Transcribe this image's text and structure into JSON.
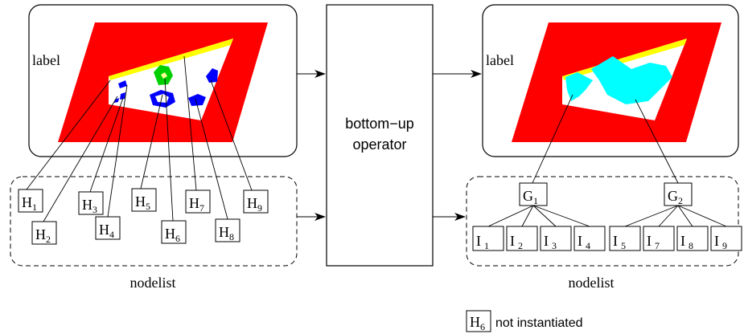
{
  "left_panel": {
    "label": "label"
  },
  "right_panel": {
    "label": "label"
  },
  "operator": {
    "line1": "bottom−up",
    "line2": "operator"
  },
  "left_nodelist": {
    "caption": "nodelist",
    "nodes": [
      {
        "base": "H",
        "sub": "1"
      },
      {
        "base": "H",
        "sub": "2"
      },
      {
        "base": "H",
        "sub": "3"
      },
      {
        "base": "H",
        "sub": "4"
      },
      {
        "base": "H",
        "sub": "5"
      },
      {
        "base": "H",
        "sub": "6"
      },
      {
        "base": "H",
        "sub": "7"
      },
      {
        "base": "H",
        "sub": "8"
      },
      {
        "base": "H",
        "sub": "9"
      }
    ]
  },
  "right_nodelist": {
    "caption": "nodelist",
    "groups": [
      {
        "base": "G",
        "sub": "1"
      },
      {
        "base": "G",
        "sub": "2"
      }
    ],
    "instances": [
      {
        "base": "I",
        "sub": "1"
      },
      {
        "base": "I",
        "sub": "2"
      },
      {
        "base": "I",
        "sub": "3"
      },
      {
        "base": "I",
        "sub": "4"
      },
      {
        "base": "I",
        "sub": "5"
      },
      {
        "base": "I",
        "sub": "7"
      },
      {
        "base": "I",
        "sub": "8"
      },
      {
        "base": "I",
        "sub": "9"
      }
    ]
  },
  "legend": {
    "node": {
      "base": "H",
      "sub": "6"
    },
    "text": "not instantiated"
  },
  "colors": {
    "red": "#ff0000",
    "yellow": "#ffff00",
    "blue": "#0000ff",
    "green": "#00d000",
    "cyan": "#00ffff"
  }
}
